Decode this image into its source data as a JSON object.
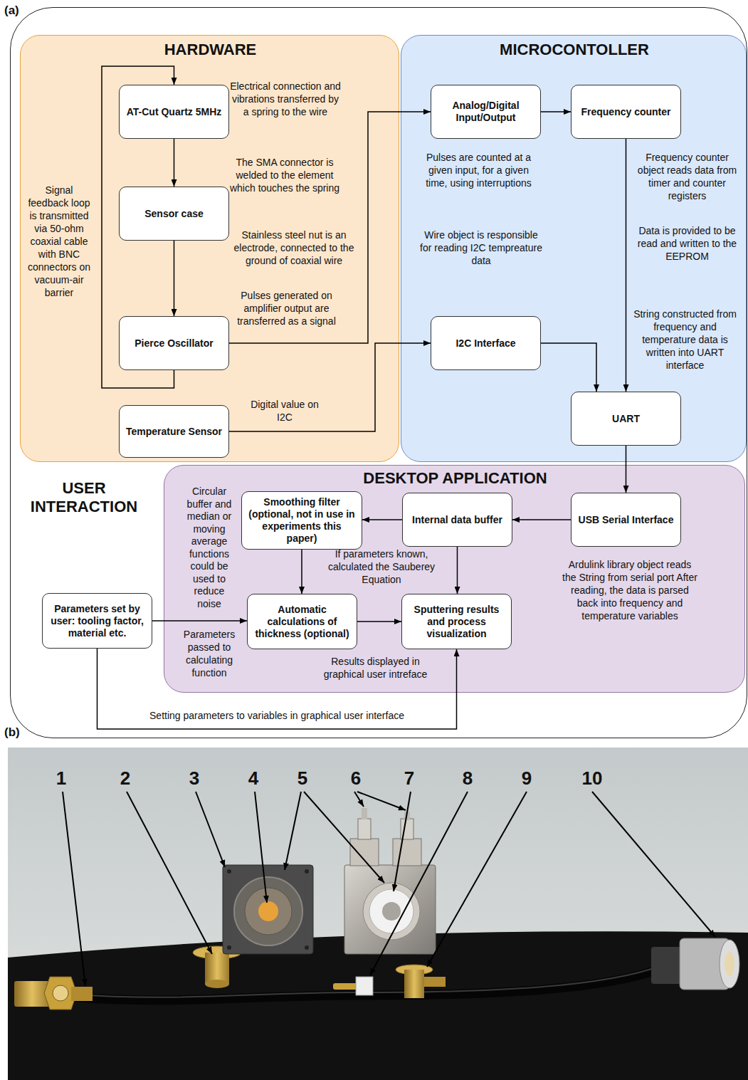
{
  "diagram": {
    "nodes": [
      {
        "text": [
          "USER INTERACTION"
        ]
      },
      {
        "text": [
          "HARDWARE"
        ],
        "in": 0
      },
      {
        "text": [
          "MICROCONTOLLER"
        ],
        "in": 0
      },
      {
        "text": [
          "DESKTOP APPLICATION"
        ],
        "in": 0
      },
      {
        "text": [
          "AT-Cut Quartz 5MHz"
        ],
        "in": 1
      },
      {
        "text": [
          "Sensor case"
        ],
        "in": 1
      },
      {
        "text": [
          "Pierce Oscillator"
        ],
        "in": 1
      },
      {
        "text": [
          "Temperature Sensor"
        ],
        "in": 1
      },
      {
        "text": [
          "Analog/Digital Input/Output"
        ],
        "in": 2
      },
      {
        "text": [
          "Frequency counter"
        ],
        "in": 2
      },
      {
        "text": [
          "I2C Interface"
        ],
        "in": 2
      },
      {
        "text": [
          "UART"
        ],
        "in": 2
      },
      {
        "text": [
          "Smoothing filter (optional, not in use in experiments this paper)"
        ],
        "in": 3
      },
      {
        "text": [
          "Internal data buffer"
        ],
        "in": 3
      },
      {
        "text": [
          "USB Serial Interface"
        ],
        "in": 3
      },
      {
        "text": [
          "Automatic calculations of thickness (optional)"
        ],
        "in": 3
      },
      {
        "text": [
          "Sputtering results and process visualization"
        ],
        "in": 3
      },
      {
        "text": [
          "Parameters set by user: tooling factor, material etc."
        ],
        "in": 0
      }
    ],
    "edges": [
      {
        "from": 4,
        "to": 5,
        "arrow": "to"
      },
      {
        "from": 5,
        "to": 6,
        "arrow": "to"
      },
      {
        "from": 6,
        "to": 4,
        "arrow": "to"
      },
      {
        "from": 6,
        "to": 8,
        "arrow": "to"
      },
      {
        "from": 7,
        "to": 10,
        "arrow": "to"
      },
      {
        "from": 8,
        "to": 9,
        "arrow": "to"
      },
      {
        "from": 9,
        "to": 11,
        "arrow": "to"
      },
      {
        "from": 10,
        "to": 11,
        "arrow": "to"
      },
      {
        "from": 11,
        "to": 14,
        "arrow": "to"
      },
      {
        "from": 14,
        "to": 13,
        "arrow": "to"
      },
      {
        "from": 13,
        "to": 12,
        "arrow": "to"
      },
      {
        "from": 12,
        "to": 15,
        "arrow": "to"
      },
      {
        "from": 13,
        "to": 16,
        "arrow": "to"
      },
      {
        "from": 15,
        "to": 16,
        "arrow": "to"
      },
      {
        "from": 17,
        "to": 15,
        "arrow": "to"
      },
      {
        "from": 17,
        "to": 16,
        "label": "Setting parameters to variables in graphical user interface",
        "arrow": "to"
      }
    ],
    "labels": [
      "(a)",
      "(b)",
      "Electrical connection and vibrations transferred by a spring to the wire",
      "The SMA connector is welded to the element which touches the spring",
      "Stainless steel nut is an electrode, connected to the ground of coaxial wire",
      "Pulses generated on amplifier output are transferred as a signal",
      "Signal feedback loop is transmitted via 50-ohm coaxial cable with BNC connectors on vacuum-air barrier",
      "Digital value on I2C",
      "Pulses are counted at a given input, for a given time, using interruptions",
      "Wire object is responsible for reading I2C tempreature data",
      "Frequency counter object reads data from timer and counter registers",
      "Data is provided to be read and written to the EEPROM",
      "String constructed from frequency and temperature data is written into UART interface",
      "Circular buffer and median or moving average functions could be used to reduce noise",
      "If parameters known, calculated the Sauberey Equation",
      "Parameters passed to calculating function",
      "Results displayed in graphical user intreface",
      "Ardulink library object reads the String from serial port After reading, the data is parsed back into frequency and temperature variables",
      "1",
      "2",
      "3",
      "4",
      "5",
      "6",
      "7",
      "8",
      "9",
      "10"
    ]
  }
}
